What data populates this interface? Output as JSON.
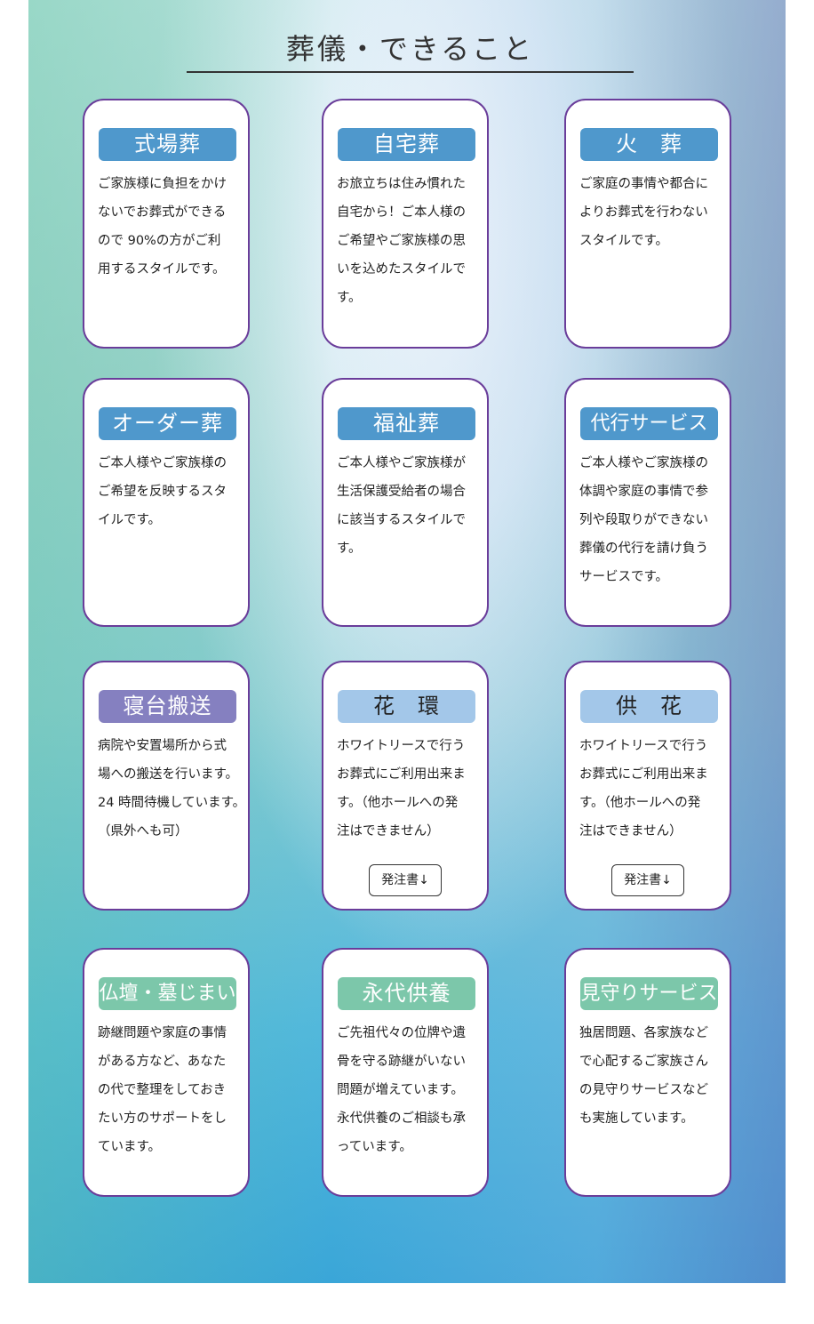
{
  "title": "葬儀・できること",
  "colors": {
    "blue": "#4f98cc",
    "purple": "#8580c0",
    "lightblue": "#a3c7e9",
    "green": "#7cc7aa",
    "border": "#6a3d9a"
  },
  "cards": [
    {
      "label": "式場葬",
      "lines": [
        "ご家族様に負担をかけ",
        "ないでお葬式ができる",
        "ので 90%の方がご利",
        "用するスタイルです。"
      ]
    },
    {
      "label": "自宅葬",
      "lines": [
        "お旅立ちは住み慣れた",
        "自宅から！ご本人様の",
        "ご希望やご家族様の思",
        "いを込めたスタイルで",
        "す。"
      ]
    },
    {
      "label": "火　葬",
      "lines": [
        "ご家庭の事情や都合に",
        "よりお葬式を行わない",
        "スタイルです。"
      ]
    },
    {
      "label": "オーダー葬",
      "lines": [
        "ご本人様やご家族様の",
        "ご希望を反映するスタ",
        "イルです。"
      ]
    },
    {
      "label": "福祉葬",
      "lines": [
        "ご本人様やご家族様が",
        "生活保護受給者の場合",
        "に該当するスタイルで",
        "す。"
      ]
    },
    {
      "label": "代行サービス",
      "lines": [
        "ご本人様やご家族様の",
        "体調や家庭の事情で参",
        "列や段取りができない",
        "葬儀の代行を請け負う",
        "サービスです。"
      ]
    },
    {
      "label": "寝台搬送",
      "lines": [
        "病院や安置場所から式",
        "場への搬送を行います。",
        "24 時間待機しています。",
        "（県外へも可）"
      ]
    },
    {
      "label": "花　環",
      "lines": [
        "ホワイトリースで行う",
        "お葬式にご利用出来ま",
        "す。（他ホールへの発",
        "注はできません）"
      ],
      "button": "発注書↓"
    },
    {
      "label": "供　花",
      "lines": [
        "ホワイトリースで行う",
        "お葬式にご利用出来ま",
        "す。（他ホールへの発",
        "注はできません）"
      ],
      "button": "発注書↓"
    },
    {
      "label": "仏壇・墓じまい",
      "lines": [
        "跡継問題や家庭の事情",
        "がある方など、あなた",
        "の代で整理をしておき",
        "たい方のサポートをし",
        "ています。"
      ]
    },
    {
      "label": "永代供養",
      "lines": [
        "ご先祖代々の位牌や遺",
        "骨を守る跡継がいない",
        "問題が増えています。",
        "永代供養のご相談も承",
        "っています。"
      ]
    },
    {
      "label": "見守りサービス",
      "lines": [
        "独居問題、各家族など",
        "で心配するご家族さん",
        "の見守りサービスなど",
        "も実施しています。"
      ]
    }
  ]
}
